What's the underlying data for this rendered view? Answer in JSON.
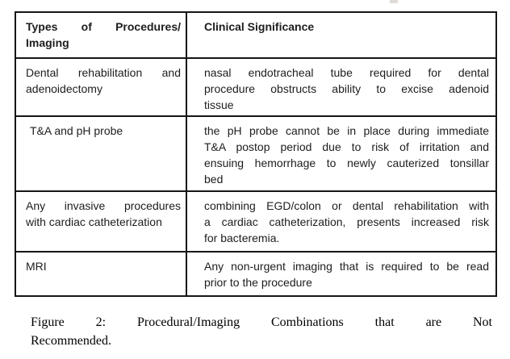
{
  "table": {
    "header": {
      "col1_lines": [
        "Types of Procedures/",
        "Imaging"
      ],
      "col2_lines": [
        "Clinical Significance"
      ]
    },
    "rows": [
      {
        "col1_lines": [
          "Dental rehabilitation and",
          "adenoidectomy"
        ],
        "col2_lines": [
          "nasal endotracheal tube required for dental",
          "procedure obstructs ability to excise adenoid",
          "tissue"
        ]
      },
      {
        "col1_lines": [
          "T&A and pH probe"
        ],
        "col2_lines": [
          "the pH probe cannot be in place during immediate",
          "T&A postop period due to risk of irritation and",
          "ensuing hemorrhage to newly cauterized tonsillar",
          "bed"
        ]
      },
      {
        "col1_lines": [
          "Any invasive procedures",
          "with cardiac catheterization"
        ],
        "col2_lines": [
          "combining EGD/colon or dental rehabilitation with",
          "a cardiac catheterization, presents increased risk",
          "for bacteremia."
        ]
      },
      {
        "col1_lines": [
          "MRI"
        ],
        "col2_lines": [
          "Any non-urgent imaging that is required to be read",
          "prior to the procedure"
        ]
      }
    ],
    "border_color": "#161616",
    "text_color": "#1d1d20"
  },
  "caption": {
    "lines": [
      "Figure 2: Procedural/Imaging Combinations that are Not",
      "Recommended."
    ]
  }
}
